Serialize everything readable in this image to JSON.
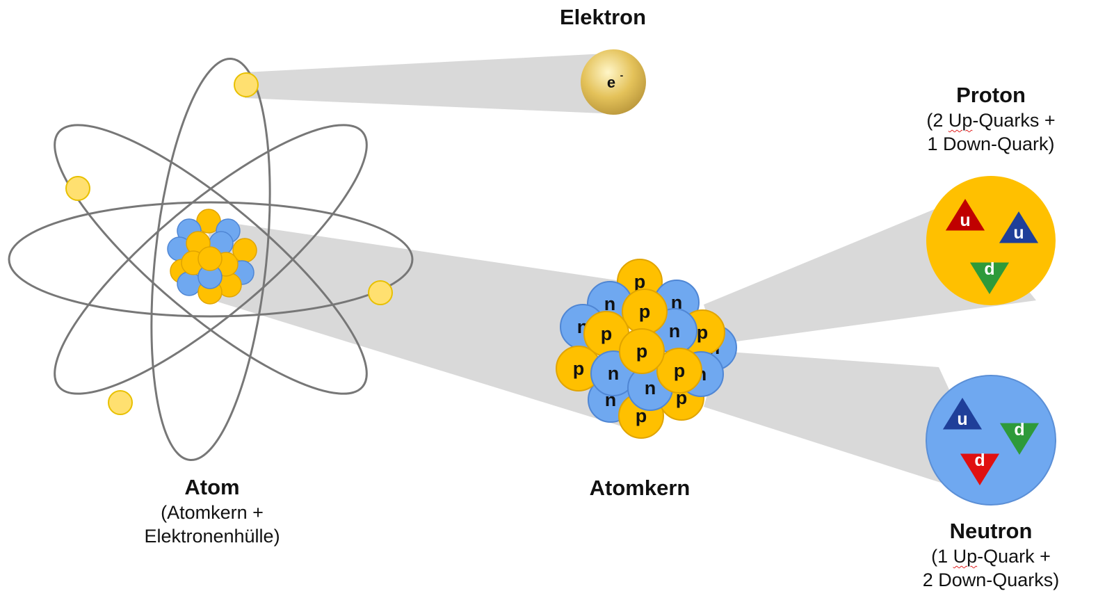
{
  "labels": {
    "elektron": "Elektron",
    "electron_symbol": "e",
    "electron_charge": "-",
    "proton_title": "Proton",
    "proton_desc_prefix": "(2 ",
    "proton_desc_underlined": "Up",
    "proton_desc_line1_rest": "-Quarks +",
    "proton_desc_line2": "1 Down-Quark)",
    "atom_title": "Atom",
    "atom_desc_line1": "(Atomkern +",
    "atom_desc_line2": "Elektronenhülle)",
    "atomkern_title": "Atomkern",
    "neutron_title": "Neutron",
    "neutron_desc_prefix": "(1 ",
    "neutron_desc_underlined": "Up",
    "neutron_desc_line1_rest": "-Quark +",
    "neutron_desc_line2": "2 Down-Quarks)"
  },
  "nucleus_letters": {
    "proton": "p",
    "neutron": "n"
  },
  "quarks": {
    "proton": [
      {
        "label": "u",
        "color": "#c00000",
        "dir": "up"
      },
      {
        "label": "u",
        "color": "#1f3f99",
        "dir": "up"
      },
      {
        "label": "d",
        "color": "#2e9a3a",
        "dir": "down"
      }
    ],
    "neutron": [
      {
        "label": "u",
        "color": "#1f3f99",
        "dir": "up"
      },
      {
        "label": "d",
        "color": "#2e9a3a",
        "dir": "down"
      },
      {
        "label": "d",
        "color": "#e01010",
        "dir": "down"
      }
    ]
  },
  "colors": {
    "proton": "#ffc000",
    "neutron": "#6fa8f0",
    "electron": "#ffe070",
    "orbit": "#777777",
    "beam": "#d9d9d9"
  }
}
